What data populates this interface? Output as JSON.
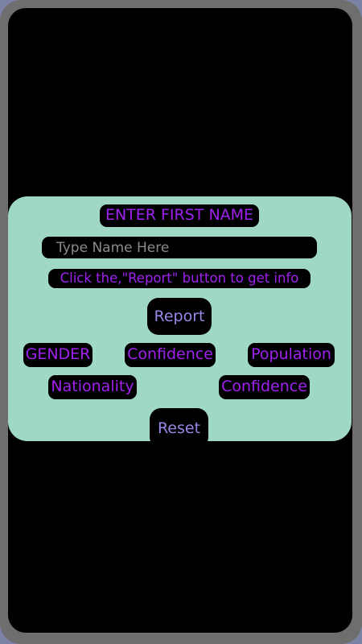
{
  "form": {
    "title": "ENTER FIRST NAME",
    "name_input": {
      "value": "",
      "placeholder": "Type Name Here"
    },
    "instruction": "Click the,\"Report\" button to get info",
    "report_label": "Report",
    "reset_label": "Reset"
  },
  "results": {
    "gender": "GENDER",
    "gender_confidence": "Confidence",
    "population": "Population",
    "nationality": "Nationality",
    "nationality_confidence": "Confidence"
  },
  "colors": {
    "frame": "#6e6e6e",
    "screen": "#000000",
    "panel": "#a0d8c8",
    "label_text": "#a020f0",
    "button_text": "#9b86e6",
    "outer_background": "#7b82a6"
  }
}
